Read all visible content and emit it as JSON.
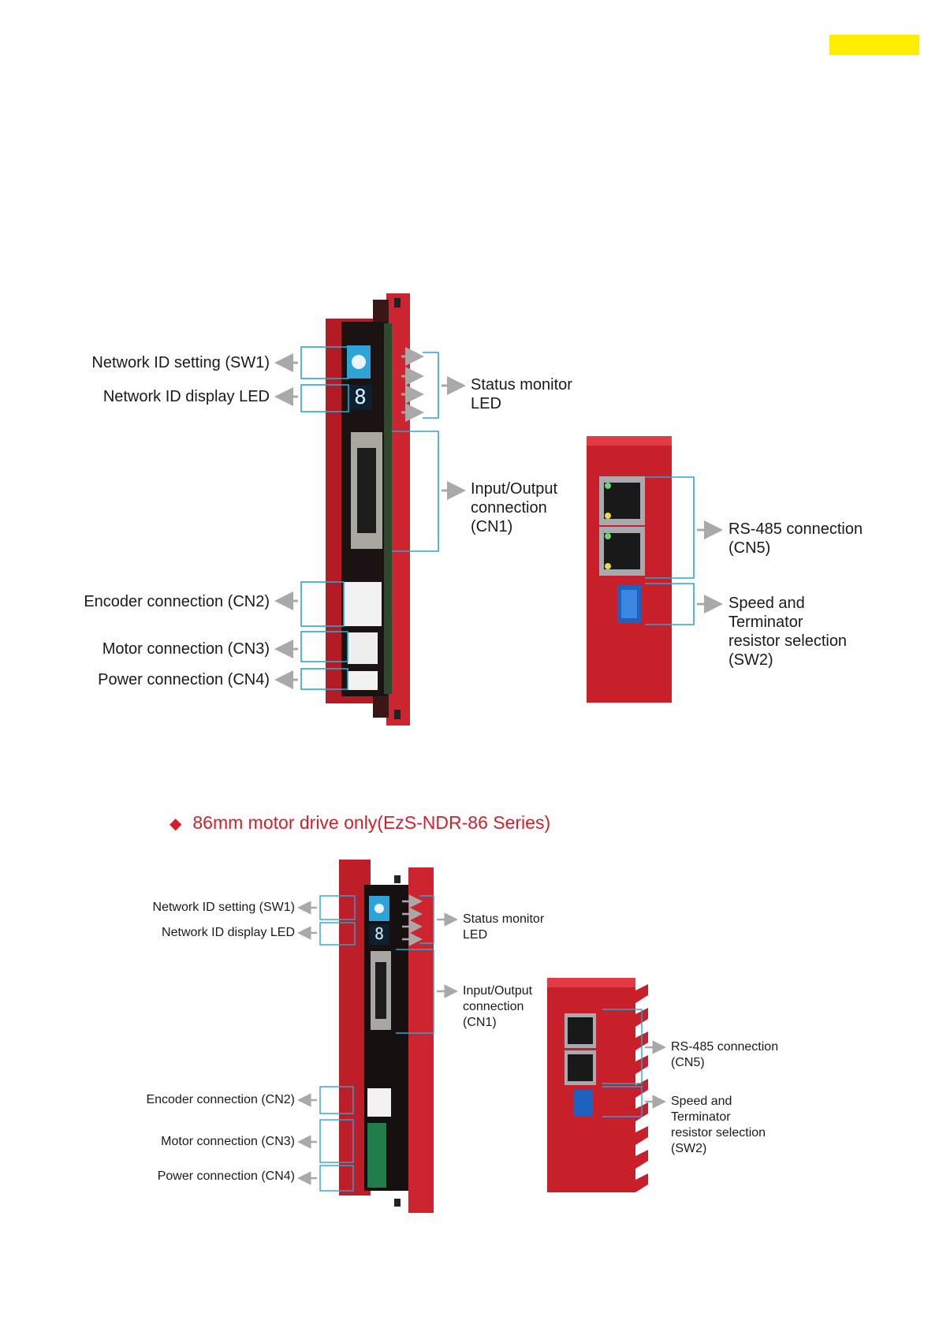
{
  "section2_title": "86mm motor drive only(EzS-NDR-86 Series)",
  "colors": {
    "callout_blue": "#2aa6d6",
    "drive_red": "#c8202a",
    "arrow_gray": "#a9a9a9",
    "title_red": "#d21f2a",
    "highlight_yellow": "#ffee00"
  },
  "diagram1": {
    "left_labels": [
      "Network ID setting (SW1)",
      "Network ID display LED",
      "Encoder connection (CN2)",
      "Motor connection (CN3)",
      "Power connection (CN4)"
    ],
    "right_labels": {
      "status": [
        "Status monitor",
        "LED"
      ],
      "io": [
        "Input/Output",
        "connection",
        "(CN1)"
      ]
    },
    "side_labels": {
      "rs485": [
        "RS-485 connection",
        "(CN5)"
      ],
      "sw2": [
        "Speed and",
        "Terminator",
        "resistor selection",
        "(SW2)"
      ]
    },
    "led_digit": "8"
  },
  "diagram2": {
    "left_labels": [
      "Network ID setting (SW1)",
      "Network ID display LED",
      "Encoder connection (CN2)",
      "Motor connection (CN3)",
      "Power connection (CN4)"
    ],
    "right_labels": {
      "status": [
        "Status monitor",
        "LED"
      ],
      "io": [
        "Input/Output",
        "connection",
        "(CN1)"
      ]
    },
    "side_labels": {
      "rs485": [
        "RS-485 connection",
        "(CN5)"
      ],
      "sw2": [
        "Speed and",
        "Terminator",
        "resistor selection",
        "(SW2)"
      ]
    },
    "led_digit": "8"
  }
}
